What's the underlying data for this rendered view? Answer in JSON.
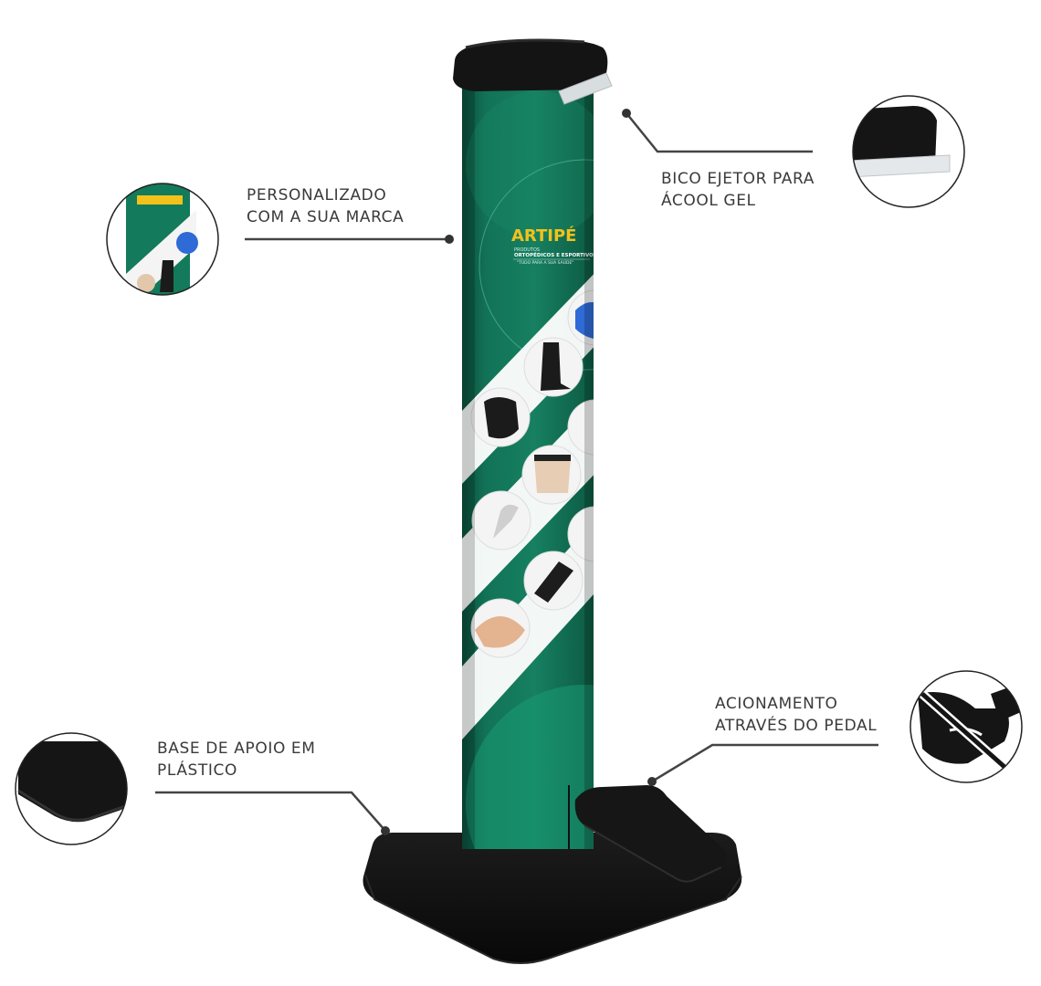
{
  "callouts": {
    "customized": {
      "line1": "PERSONALIZADO",
      "line2": "COM A SUA MARCA"
    },
    "nozzle": {
      "line1": "BICO EJETOR PARA",
      "line2": "ÁCOOL GEL"
    },
    "base": {
      "line1": "BASE DE APOIO EM",
      "line2": "PLÁSTICO"
    },
    "pedal": {
      "line1": "ACIONAMENTO",
      "line2": "ATRAVÉS DO PEDAL"
    }
  },
  "banner": {
    "brand": "ARTIPÉ",
    "line1": "PRODUTOS",
    "line2": "ORTOPÉDICOS E ESPORTIVOS",
    "slogan": "\"TUDO PARA A SUA SAÚDE\""
  },
  "colors": {
    "column_green": "#14795c",
    "column_dark": "#0d5a43",
    "brand_yellow": "#f2c21b",
    "black": "#141414",
    "line": "#444444"
  }
}
